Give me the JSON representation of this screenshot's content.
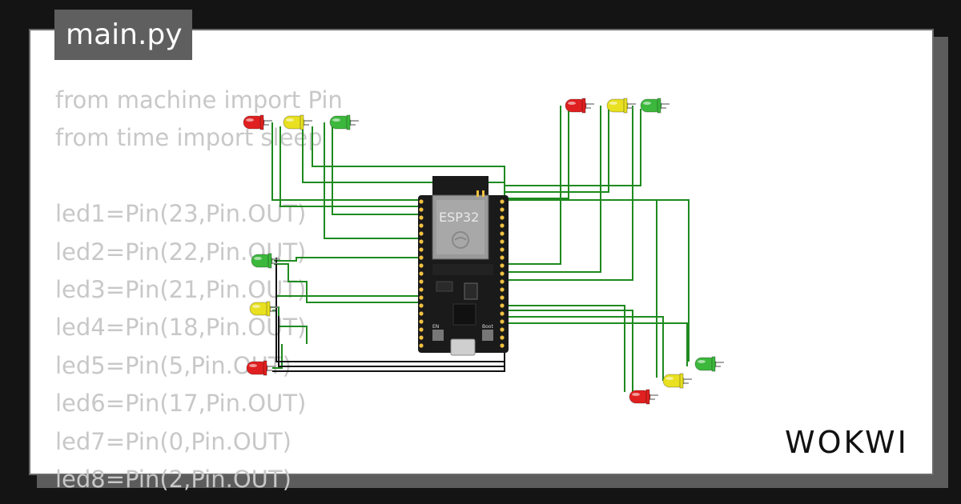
{
  "editor": {
    "filename": "main.py",
    "code_lines": [
      "from machine import Pin",
      "from time import sleep",
      "",
      "led1=Pin(23,Pin.OUT)",
      "led2=Pin(22,Pin.OUT)",
      "led3=Pin(21,Pin.OUT)",
      "led4=Pin(18,Pin.OUT)",
      "led5=Pin(5,Pin.OUT)",
      "led6=Pin(17,Pin.OUT)",
      "led7=Pin(0,Pin.OUT)",
      "led8=Pin(2,Pin.OUT)"
    ]
  },
  "board": {
    "chip_label": "ESP32",
    "boot_label": "Boot",
    "en_label": "EN"
  },
  "brand": {
    "name": "WOKWI"
  },
  "colors": {
    "background": "#141414",
    "card": "#ffffff",
    "tab": "#5f5f5f",
    "code_text": "#c8c8c8",
    "wire": "#1f8a1f",
    "ground_wire": "#111111",
    "led_red": "#e02020",
    "led_yellow": "#e8e020",
    "led_green": "#3cb83c",
    "board": "#1a1a1a"
  }
}
